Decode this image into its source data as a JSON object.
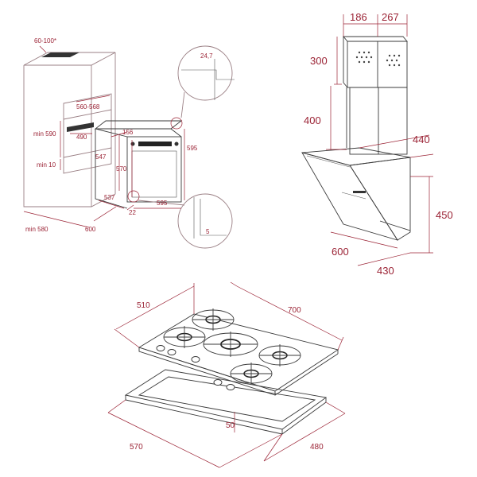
{
  "oven": {
    "vent_dim": "60-100*",
    "niche_width_dim": "560-568",
    "min_590": "min 590",
    "d_490": "490",
    "min_10": "min 10",
    "d_547": "547",
    "d_570": "570",
    "d_156": "156",
    "d_595_side": "595",
    "d_595_bottom": "595",
    "d_537": "537",
    "d_22": "22",
    "min_580": "min 580",
    "d_600": "600",
    "detail_top": "24,7",
    "detail_bottom": "5"
  },
  "hood": {
    "d_186": "186",
    "d_267": "267",
    "d_300": "300",
    "d_400": "400",
    "d_440": "440",
    "d_450": "450",
    "d_600": "600",
    "d_430": "430"
  },
  "hob": {
    "d_510": "510",
    "d_700": "700",
    "d_50": "50",
    "d_570": "570",
    "d_480": "480"
  },
  "colors": {
    "dimension": "#9b2335",
    "drawing": "#3a3a3a"
  }
}
